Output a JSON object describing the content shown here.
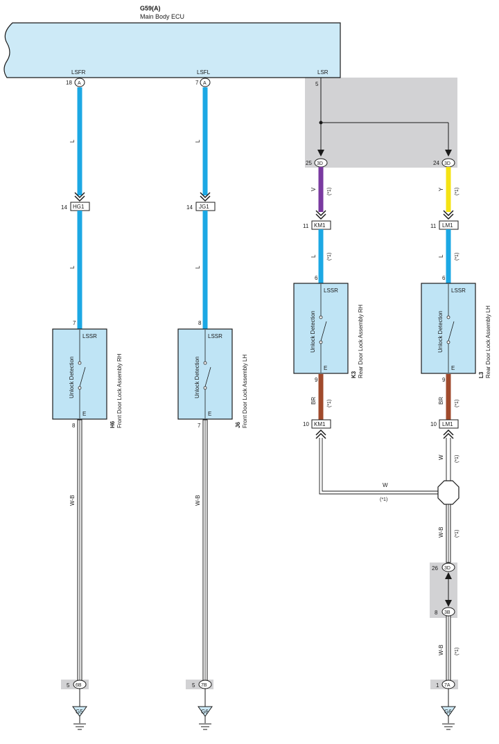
{
  "ecu": {
    "code": "G59(A)",
    "name": "Main Body ECU",
    "pins": {
      "lsfr": "LSFR",
      "lsfl": "LSFL",
      "lsr": "LSR",
      "pin_18": "18",
      "pin_7": "7",
      "pin_5": "5",
      "conn_a": "A"
    }
  },
  "connectors": {
    "hg1": "HG1",
    "jg1": "JG1",
    "km1": "KM1",
    "lm1": "LM1",
    "c3d": "3D",
    "c3b": "3B",
    "c6b": "6B",
    "c7b": "7B",
    "c7a": "7A"
  },
  "pin_numbers": {
    "p14": "14",
    "p25": "25",
    "p24": "24",
    "p11": "11",
    "p7": "7",
    "p8": "8",
    "p6": "6",
    "p9": "9",
    "p10": "10",
    "p26": "26",
    "p5": "5",
    "p1": "1"
  },
  "wire_colors": {
    "l": "L",
    "v": "V",
    "y": "Y",
    "br": "BR",
    "w": "W",
    "wb": "W-B"
  },
  "note": "(*1)",
  "components": {
    "h6": {
      "code": "H6",
      "name": "Front Door Lock Assembly RH"
    },
    "j6": {
      "code": "J6",
      "name": "Front Door Lock Assembly LH"
    },
    "k3": {
      "code": "K3",
      "name": "Rear Door Lock Assembly RH"
    },
    "l3": {
      "code": "L3",
      "name": "Rear Door Lock Assembly LH"
    },
    "switch_label": "Unlock Detection",
    "pin_lssr": "LSSR",
    "pin_e": "E"
  },
  "grounds": {
    "g5": "G5",
    "g6": "G6"
  },
  "colors": {
    "ecu_fill": "#cdeaf7",
    "component_fill": "#bfe4f5",
    "wire_blue": "#1ca8e4",
    "wire_violet": "#7a3aa0",
    "wire_yellow": "#f5e314",
    "wire_brown": "#a04a2c",
    "shade_gray": "#d2d2d4"
  }
}
